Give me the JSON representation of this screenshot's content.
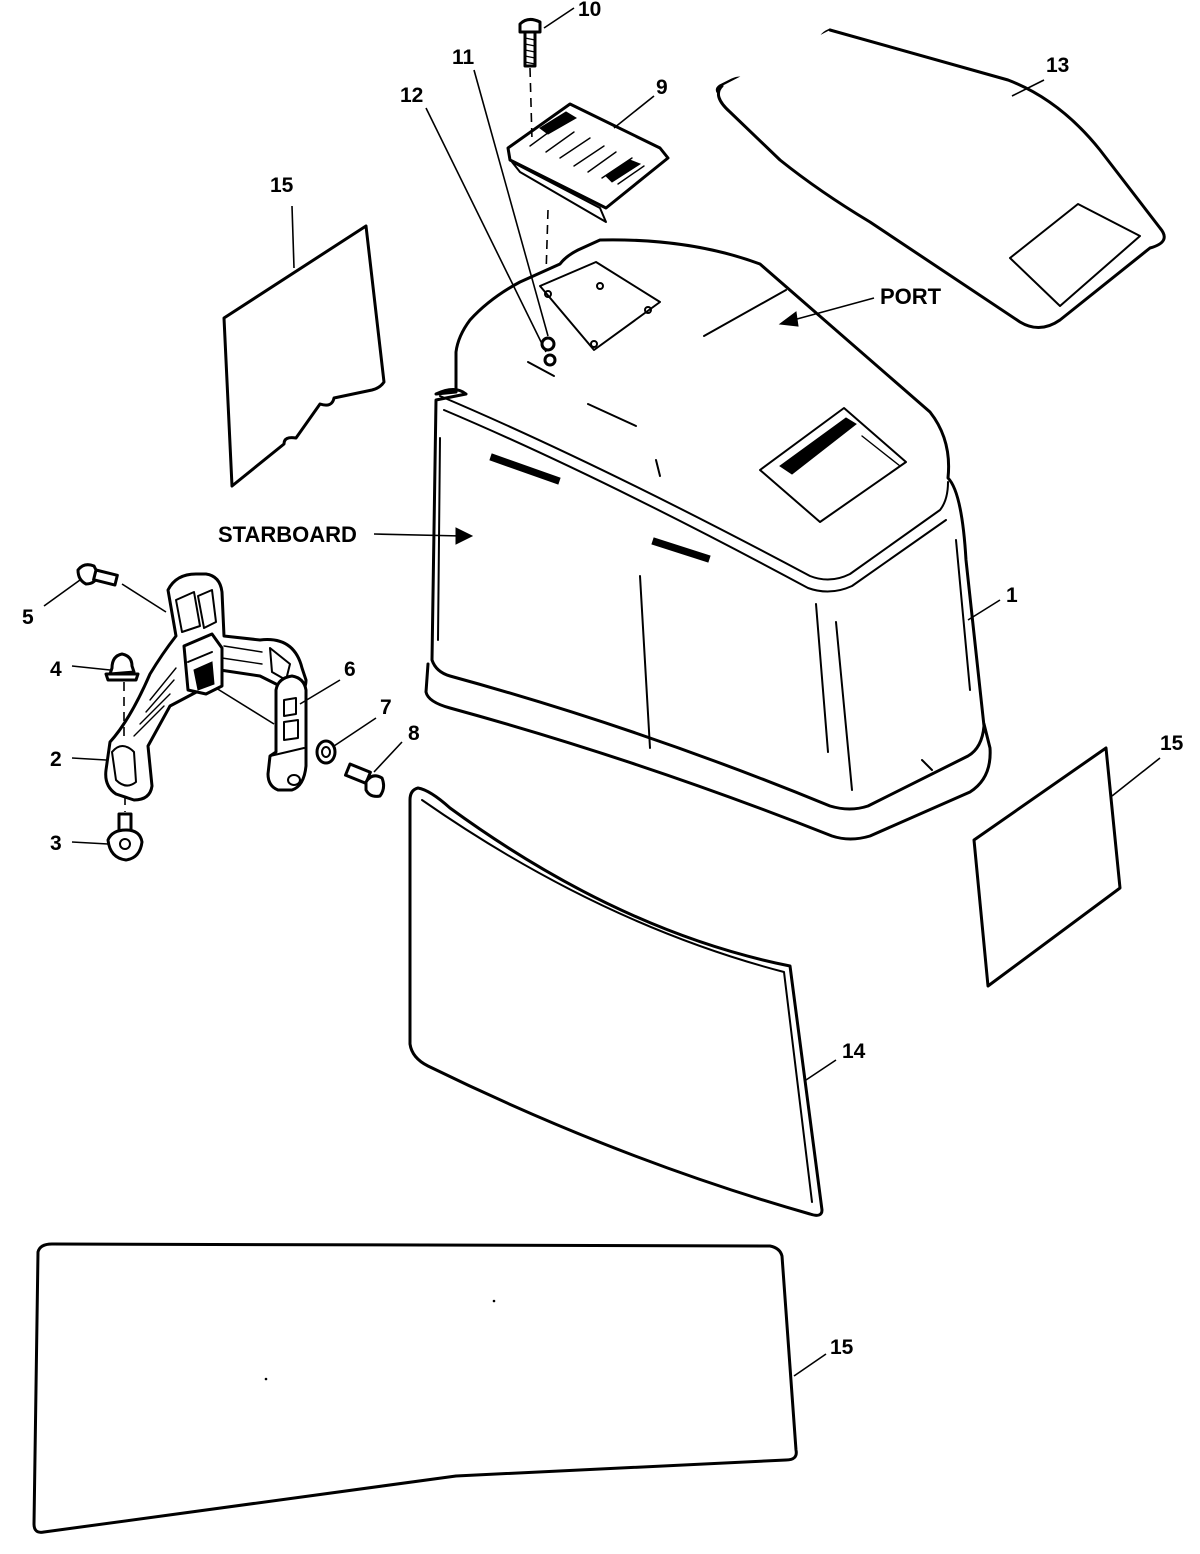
{
  "labels": {
    "port": "PORT",
    "starboard": "STARBOARD"
  },
  "callouts": {
    "c1": "1",
    "c2": "2",
    "c3": "3",
    "c4": "4",
    "c5": "5",
    "c6": "6",
    "c7": "7",
    "c8": "8",
    "c9": "9",
    "c10": "10",
    "c11": "11",
    "c12": "12",
    "c13": "13",
    "c14": "14",
    "c15_top": "15",
    "c15_right": "15",
    "c15_bottom": "15"
  }
}
